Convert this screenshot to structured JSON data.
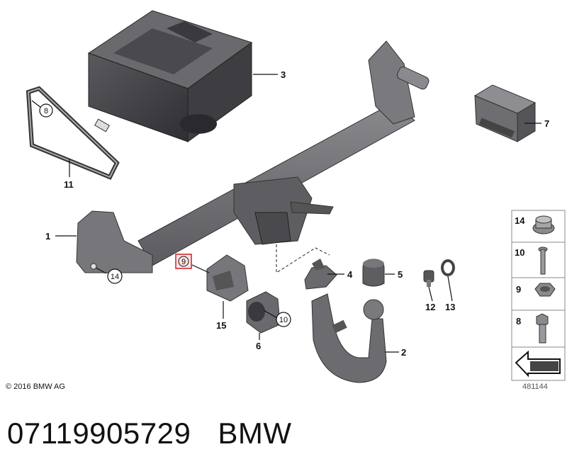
{
  "diagram": {
    "part_labels": [
      "1",
      "2",
      "3",
      "4",
      "5",
      "6",
      "7",
      "11",
      "12",
      "13",
      "15"
    ],
    "circled_labels": [
      "8",
      "14",
      "10"
    ],
    "highlighted_label": "9",
    "legend_labels": [
      "14",
      "10",
      "9",
      "8"
    ],
    "copyright": "© 2016 BMW AG",
    "image_number": "481144",
    "colors": {
      "part_fill": "#6f6f73",
      "part_dark": "#4a4a4e",
      "highlight": "#cc2222",
      "line": "#111111"
    }
  },
  "footer": {
    "part_number": "07119905729",
    "brand": "BMW"
  }
}
